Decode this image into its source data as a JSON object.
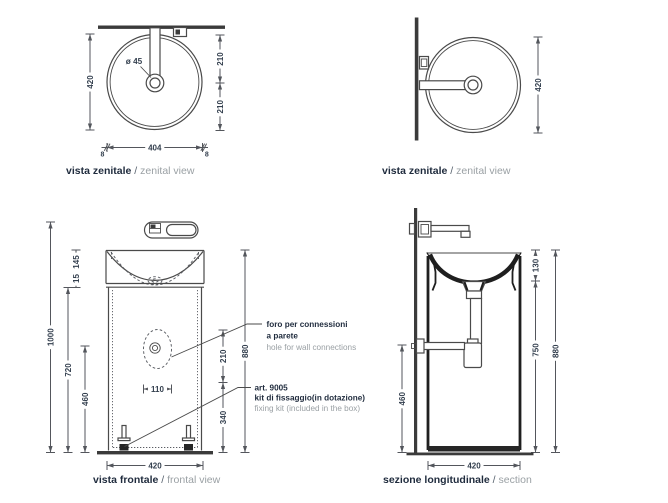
{
  "drawing": {
    "colors": {
      "ink_navy": "#1f2b3d",
      "secondary_gray": "#9aa0a4",
      "line_gray": "#4a4a4a",
      "dim_number": "#333f4e"
    },
    "views": {
      "zenital_left": {
        "label_it": "vista zenitale",
        "label_sep": " / ",
        "label_en": "zenital view",
        "drain_diameter": "ø 45",
        "dims": {
          "height": "420",
          "top_half": "210",
          "bottom_half": "210",
          "width": "404",
          "offset_left": "8",
          "offset_right": "8"
        }
      },
      "zenital_right": {
        "label_it": "vista zenitale",
        "label_sep": " / ",
        "label_en": "zenital view",
        "dims": {
          "height": "420"
        }
      },
      "frontal": {
        "label_it": "vista frontale",
        "label_sep": " / ",
        "label_en": "frontal view",
        "dims": {
          "total_height": "1000",
          "basin_height": "145",
          "rim_gap": "15",
          "pedestal_height": "720",
          "drain_height": "460",
          "hole_offset": "210",
          "hole_bottom": "340",
          "body_height": "880",
          "hole_width": "110",
          "width": "420"
        },
        "annotations": {
          "hole": {
            "line1": "foro per connessioni",
            "line2": "a parete",
            "line_en": "hole for wall connections"
          },
          "kit": {
            "line1": "art. 9005",
            "line2": "kit di fissaggio(in dotazione)",
            "line_en": "fixing kit (included in the box)"
          }
        }
      },
      "section": {
        "label_it": "sezione longitudinale",
        "label_sep": " / ",
        "label_en": "section",
        "dims": {
          "basin_depth": "130",
          "pedestal_height": "750",
          "body_height": "880",
          "drain_height": "460",
          "width": "420"
        }
      }
    }
  }
}
